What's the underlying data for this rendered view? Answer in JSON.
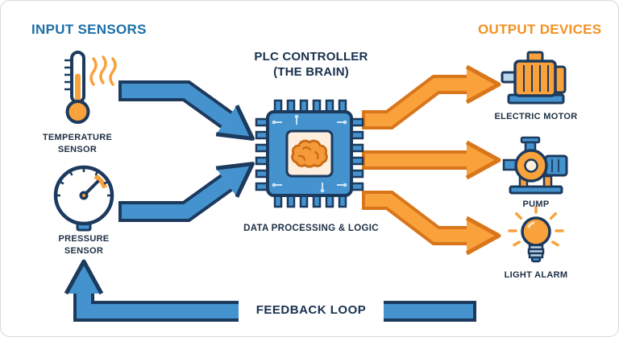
{
  "colors": {
    "blue": "#4593ce",
    "navy": "#1c3a5e",
    "orange": "#f9a13b",
    "orange_dark": "#d9751a",
    "heading_blue": "#1b6fa8",
    "heading_orange": "#f39122",
    "text": "#17304e",
    "pale_panel": "#fdeedd"
  },
  "headers": {
    "input": "INPUT SENSORS",
    "output": "OUTPUT DEVICES",
    "plc": "PLC CONTROLLER\n(THE BRAIN)"
  },
  "inputs": [
    {
      "label": "TEMPERATURE\nSENSOR",
      "icon": "thermometer-icon"
    },
    {
      "label": "PRESSURE\nSENSOR",
      "icon": "pressure-gauge-icon"
    }
  ],
  "plc": {
    "caption": "DATA PROCESSING & LOGIC"
  },
  "outputs": [
    {
      "label": "ELECTRIC MOTOR",
      "icon": "electric-motor-icon"
    },
    {
      "label": "PUMP",
      "icon": "pump-icon"
    },
    {
      "label": "LIGHT ALARM",
      "icon": "light-bulb-icon"
    }
  ],
  "feedback": {
    "label": "FEEDBACK LOOP"
  }
}
